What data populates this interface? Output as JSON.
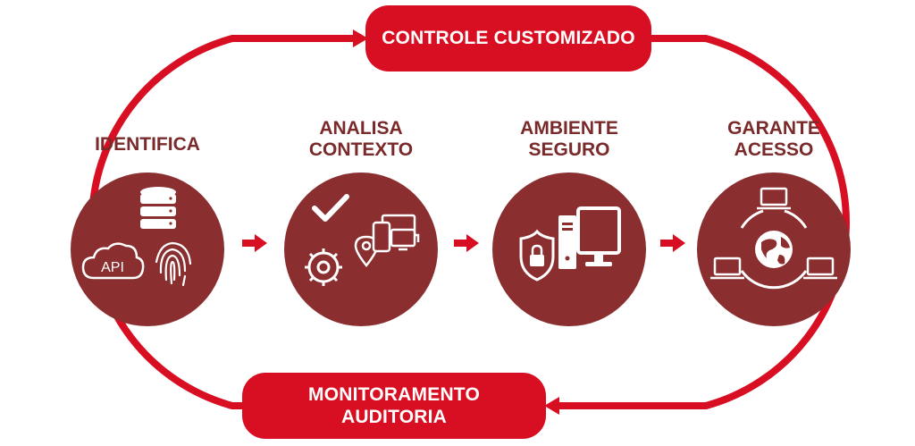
{
  "loop": {
    "top_label": "CONTROLE CUSTOMIZADO",
    "bottom_label_line1": "MONITORAMENTO",
    "bottom_label_line2": "AUDITORIA",
    "color": "#d80f22"
  },
  "steps": [
    {
      "label_line1": "IDENTIFICA",
      "label_line2": "",
      "icons": [
        "database-icon",
        "cloud-api-icon",
        "fingerprint-icon"
      ],
      "icon_text": "API"
    },
    {
      "label_line1": "ANALISA",
      "label_line2": "CONTEXTO",
      "icons": [
        "checkmark-icon",
        "gear-icon",
        "location-pin-icon",
        "devices-icon"
      ]
    },
    {
      "label_line1": "AMBIENTE",
      "label_line2": "SEGURO",
      "icons": [
        "shield-lock-icon",
        "desktop-computer-icon"
      ]
    },
    {
      "label_line1": "GARANTE",
      "label_line2": "ACESSO",
      "icons": [
        "globe-icon",
        "laptop-network-icon"
      ]
    }
  ],
  "colors": {
    "circle": "#8a2e2f",
    "label_text": "#7a2a2a",
    "arrow": "#d80f22"
  }
}
